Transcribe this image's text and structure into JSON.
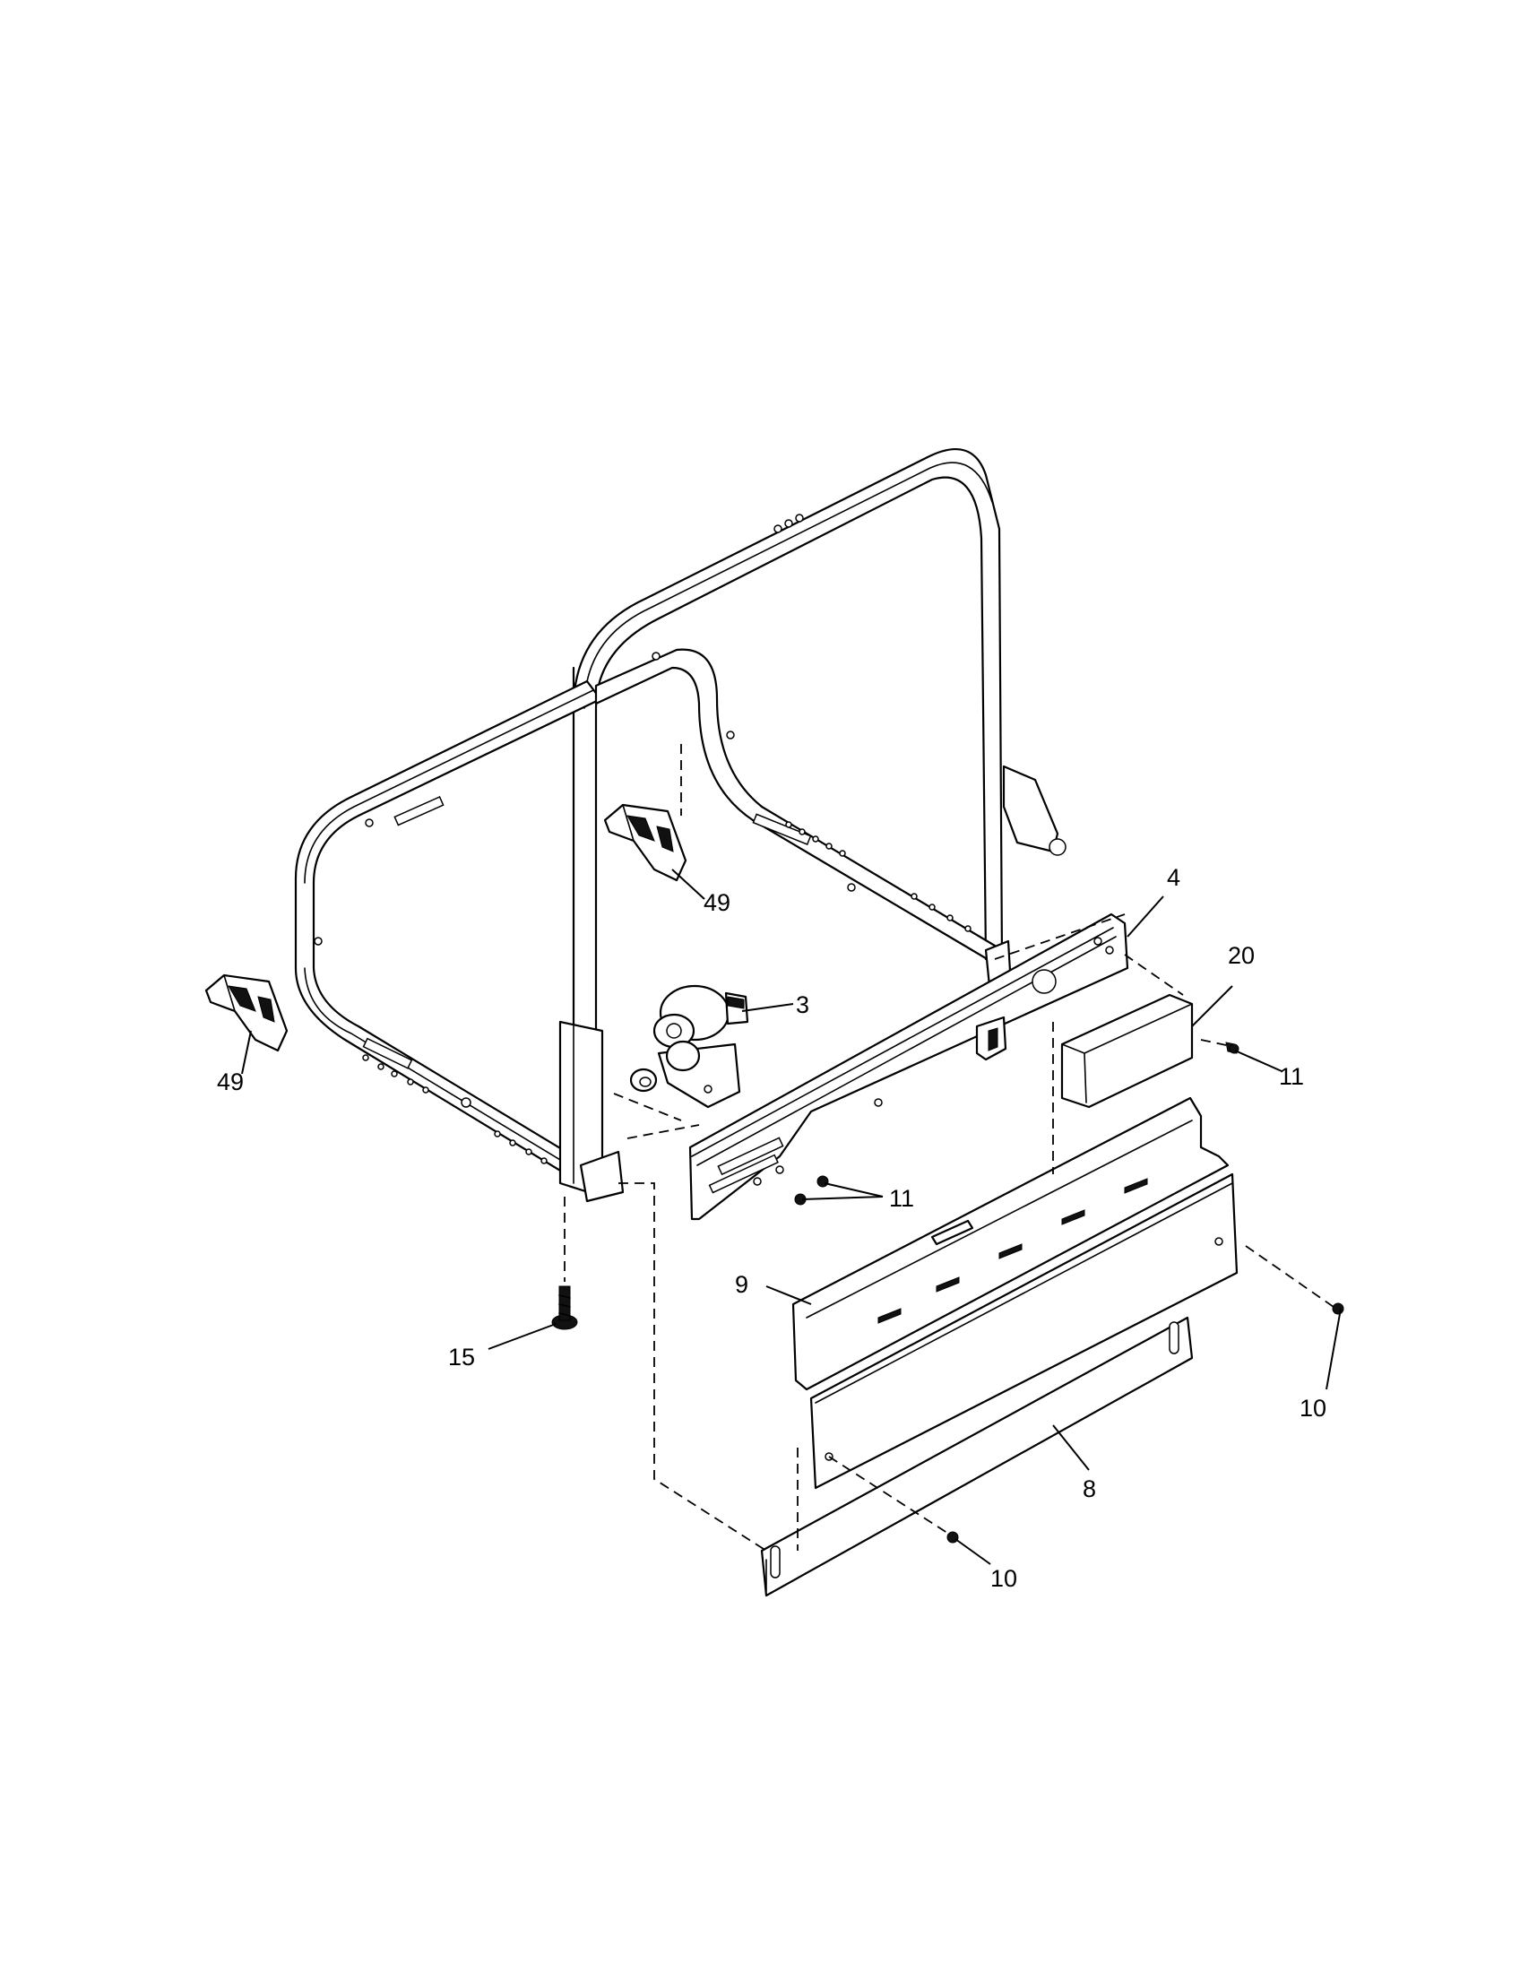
{
  "callouts": {
    "part_3": "3",
    "part_4": "4",
    "part_8": "8",
    "part_9": "9",
    "part_10_right": "10",
    "part_10_bottom": "10",
    "part_11_right": "11",
    "part_11_lower": "11",
    "part_15": "15",
    "part_20": "20",
    "part_49_left": "49",
    "part_49_center": "49"
  }
}
